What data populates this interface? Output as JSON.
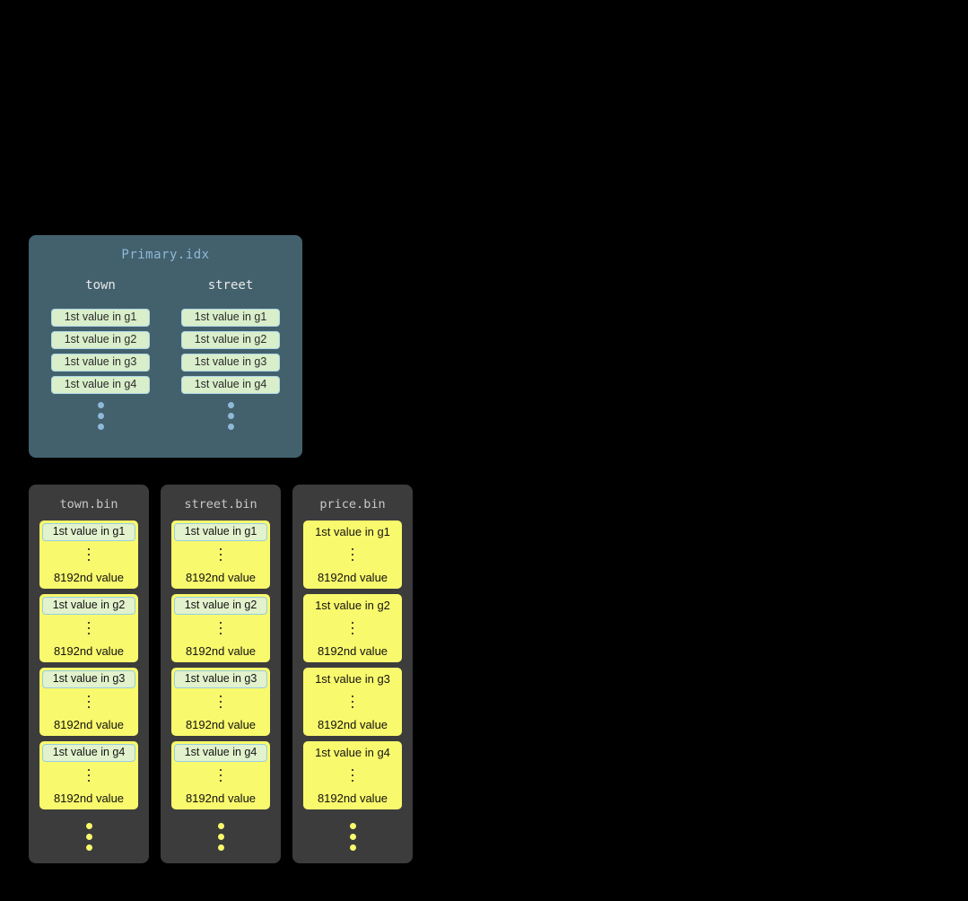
{
  "colors": {
    "background": "#000000",
    "primary_panel": "#43616d",
    "primary_title_text": "#8fb9d9",
    "column_header_text": "#e8e8e8",
    "index_pill_fill": "#d9eeca",
    "index_pill_border": "#aed7e6",
    "bin_panel": "#3c3c3c",
    "bin_title_text": "#c9c9c9",
    "granule_fill": "#f9f96d",
    "boxed_value_fill": "#e2f2cc",
    "boxed_value_border": "#96cfdd",
    "ellipsis_blue": "#8fb9d9",
    "ellipsis_yellow": "#f9f96d"
  },
  "primary_index": {
    "title": "Primary.idx",
    "columns": [
      {
        "name": "town",
        "entries": [
          "1st value in g1",
          "1st value in g2",
          "1st value in g3",
          "1st value in g4"
        ]
      },
      {
        "name": "street",
        "entries": [
          "1st value in g1",
          "1st value in g2",
          "1st value in g3",
          "1st value in g4"
        ]
      }
    ]
  },
  "bin_files": [
    {
      "title": "town.bin",
      "granules": [
        {
          "first": "1st value in g1",
          "last": "8192nd value"
        },
        {
          "first": "1st value in g2",
          "last": "8192nd value"
        },
        {
          "first": "1st value in g3",
          "last": "8192nd value"
        },
        {
          "first": "1st value in g4",
          "last": "8192nd value"
        }
      ]
    },
    {
      "title": "street.bin",
      "granules": [
        {
          "first": "1st value in g1",
          "last": "8192nd value"
        },
        {
          "first": "1st value in g2",
          "last": "8192nd value"
        },
        {
          "first": "1st value in g3",
          "last": "8192nd value"
        },
        {
          "first": "1st value in g4",
          "last": "8192nd value"
        }
      ]
    },
    {
      "title": "price.bin",
      "granules": [
        {
          "first": "1st value in g1",
          "last": "8192nd value"
        },
        {
          "first": "1st value in g2",
          "last": "8192nd value"
        },
        {
          "first": "1st value in g3",
          "last": "8192nd value"
        },
        {
          "first": "1st value in g4",
          "last": "8192nd value"
        }
      ]
    }
  ]
}
